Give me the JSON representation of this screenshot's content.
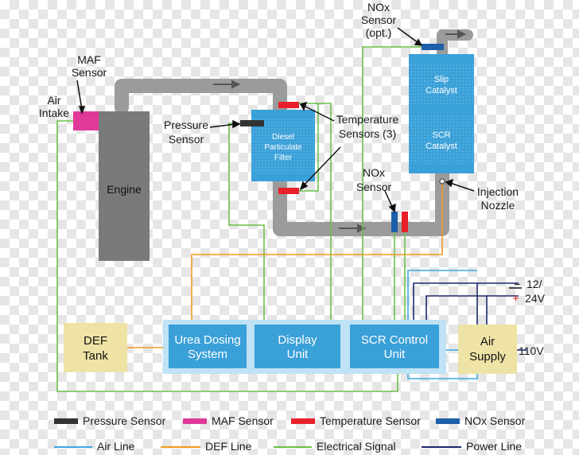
{
  "labels": {
    "maf_sensor": [
      "MAF",
      "Sensor"
    ],
    "air_intake": [
      "Air",
      "Intake"
    ],
    "pressure_sensor": [
      "Pressure",
      "Sensor"
    ],
    "nox_sensor_top": [
      "NOx",
      "Sensor",
      "(opt.)"
    ],
    "temperature_sensors": [
      "Temperature",
      "Sensors (3)"
    ],
    "nox_sensor_mid": [
      "NOx",
      "Sensor"
    ],
    "injection_nozzle": [
      "Injection",
      "Nozzle"
    ],
    "voltage": [
      "12/",
      "24V"
    ],
    "plus": "+",
    "minus": "−",
    "air_supply_voltage": "110V"
  },
  "components": {
    "engine": "Engine",
    "dpf": [
      "Diesel",
      "Particulate",
      "Filter"
    ],
    "slip_catalyst": [
      "Slip",
      "Catalyst"
    ],
    "scr_catalyst": [
      "SCR",
      "Catalyst"
    ],
    "def_tank": [
      "DEF",
      "Tank"
    ],
    "urea_dosing": [
      "Urea Dosing",
      "System"
    ],
    "display_unit": [
      "Display",
      "Unit"
    ],
    "scr_control": [
      "SCR Control",
      "Unit"
    ],
    "air_supply": [
      "Air",
      "Supply"
    ]
  },
  "legend": [
    {
      "label": "Pressure Sensor",
      "color": "#333333",
      "kind": "swatch"
    },
    {
      "label": "MAF Sensor",
      "color": "#e0399a",
      "kind": "swatch"
    },
    {
      "label": "Temperature Sensor",
      "color": "#e8202a",
      "kind": "swatch"
    },
    {
      "label": "NOx Sensor",
      "color": "#1d5fa8",
      "kind": "swatch"
    },
    {
      "label": "Air Line",
      "color": "#3fa9e0",
      "kind": "line"
    },
    {
      "label": "DEF Line",
      "color": "#f39a1e",
      "kind": "line"
    },
    {
      "label": "Electrical Signal",
      "color": "#6cc04a",
      "kind": "line"
    },
    {
      "label": "Power Line",
      "color": "#1a2a6c",
      "kind": "line"
    }
  ],
  "colors": {
    "exhaust_pipe": "#9b9b9b",
    "engine": "#7a7a7a",
    "component_blue": "#3aa0d8",
    "component_light": "#bfe3f5",
    "yellow_box": "#eee3a5",
    "air_line": "#3fa9e0",
    "def_line": "#f39a1e",
    "electrical": "#6cc04a",
    "power": "#1a2a6c"
  }
}
